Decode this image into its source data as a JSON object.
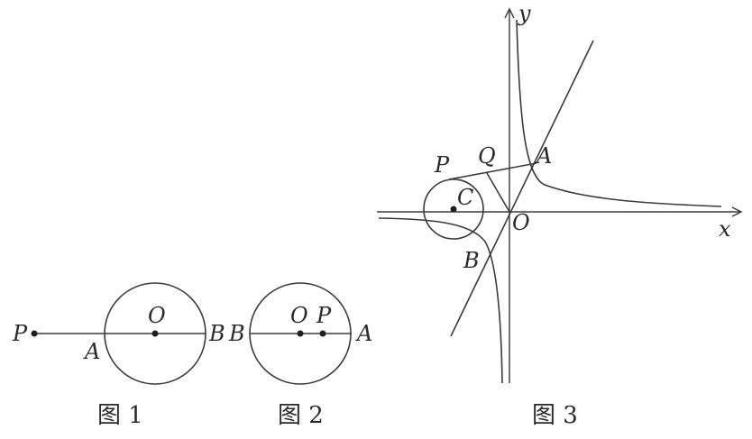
{
  "figure1": {
    "caption": "图 1",
    "labels": {
      "P": "P",
      "A": "A",
      "O": "O",
      "B": "B"
    }
  },
  "figure2": {
    "caption": "图 2",
    "labels": {
      "B": "B",
      "O": "O",
      "P": "P",
      "A": "A"
    }
  },
  "figure3": {
    "caption": "图 3",
    "labels": {
      "y": "y",
      "x": "x",
      "O": "O",
      "P": "P",
      "Q": "Q",
      "A": "A",
      "C": "C",
      "B": "B"
    }
  }
}
